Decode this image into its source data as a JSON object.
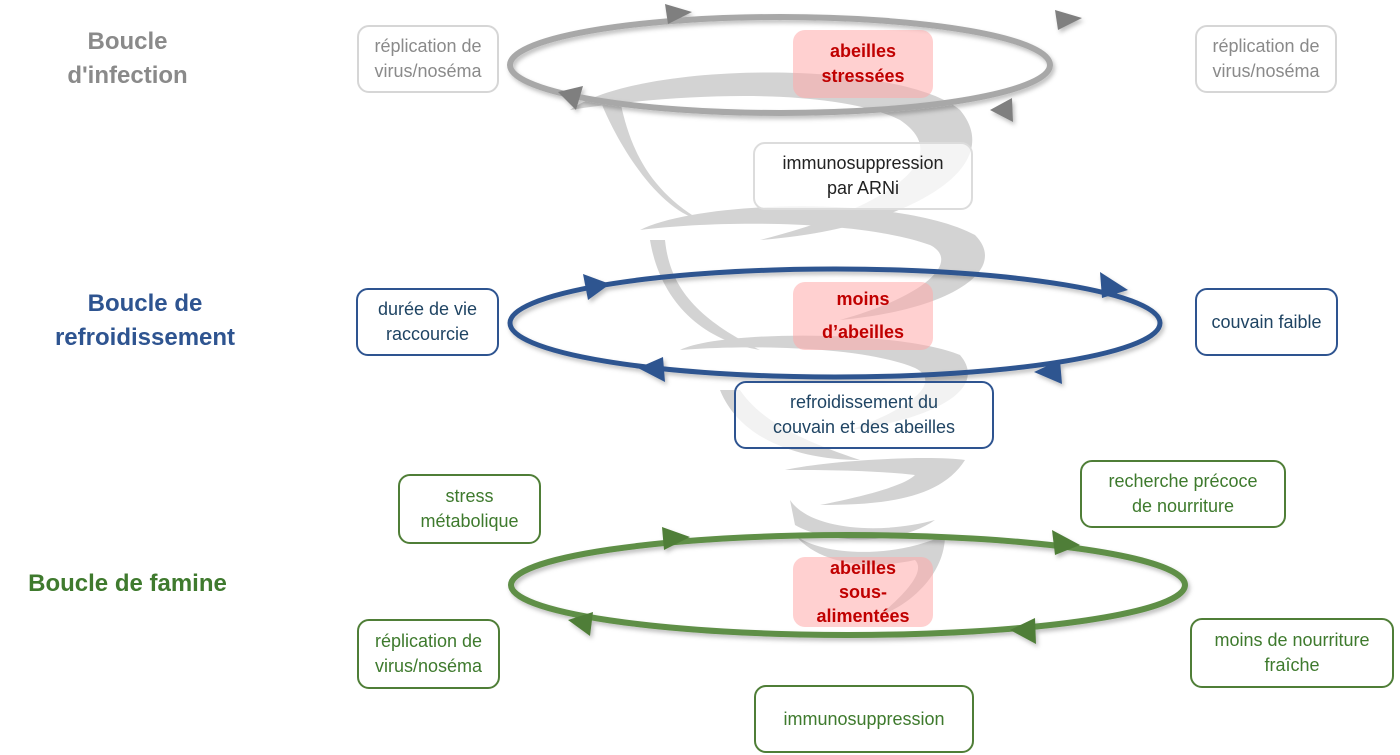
{
  "colors": {
    "infection": "#8a8a8a",
    "cooling": "#2e5490",
    "famine": "#3f7a2e",
    "center_text": "#c00000",
    "center_bg": "#ffb0b0",
    "tornado": "#d0d0d0"
  },
  "loops": {
    "infection": {
      "title": [
        "Boucle",
        "d'infection"
      ],
      "center": [
        "abeilles",
        "stressées"
      ],
      "left_box": [
        "réplication de",
        "virus/noséma"
      ],
      "right_box": [
        "réplication de",
        "virus/noséma"
      ],
      "bottom_box": [
        "immunosuppression",
        "par ARNi"
      ]
    },
    "cooling": {
      "title": [
        "Boucle de",
        "refroidissement"
      ],
      "center": [
        "moins",
        "d’abeilles"
      ],
      "left_box": [
        "durée de vie",
        "raccourcie"
      ],
      "right_box": [
        "couvain faible"
      ],
      "bottom_box": [
        "refroidissement du",
        "couvain et des abeilles"
      ]
    },
    "famine": {
      "title": [
        "Boucle de famine"
      ],
      "center": [
        "abeilles",
        "sous-",
        "alimentées"
      ],
      "top_left_box": [
        "stress",
        "métabolique"
      ],
      "top_right_box": [
        "recherche précoce",
        "de nourriture"
      ],
      "left_box": [
        "réplication de",
        "virus/noséma"
      ],
      "right_box": [
        "moins de nourriture",
        "fraîche"
      ],
      "bottom_box": [
        "immunosuppression"
      ]
    }
  }
}
